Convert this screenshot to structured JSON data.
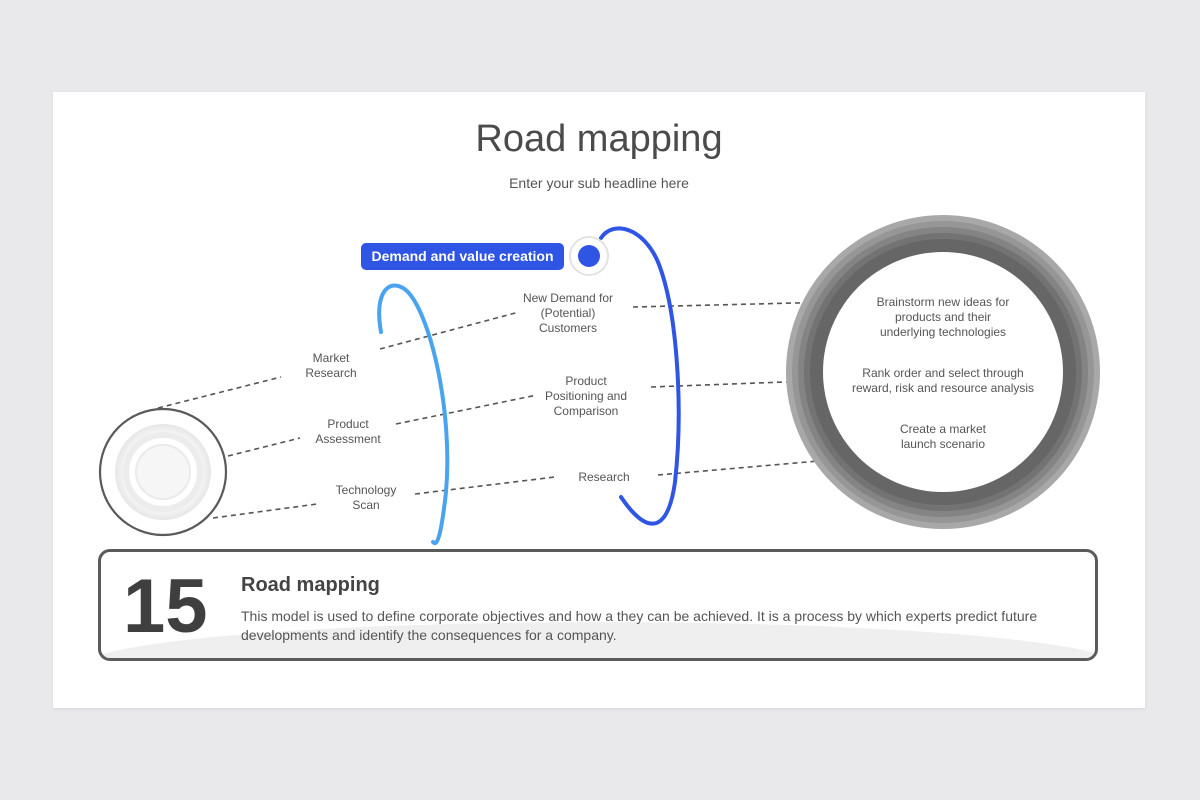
{
  "slide": {
    "title": "Road mapping",
    "subtitle": "Enter your sub headline here"
  },
  "badge": {
    "label": "Demand and value creation",
    "color": "#2e55e4"
  },
  "left_labels": {
    "market_research": "Market\nResearch",
    "product_assessment": "Product\nAssessment",
    "technology_scan": "Technology\nScan"
  },
  "middle_labels": {
    "new_demand": "New Demand for\n(Potential)\nCustomers",
    "product_positioning": "Product\nPositioning and\nComparison",
    "research": "Research"
  },
  "right_labels": {
    "brainstorm": "Brainstorm new ideas for\nproducts and their\nunderlying technologies",
    "rank_order": "Rank order and select through\nreward, risk and resource analysis",
    "market_launch": "Create a market\nlaunch scenario"
  },
  "info": {
    "number": "15",
    "title": "Road mapping",
    "description": "This model is used to define corporate objectives and how a they can be achieved. It is a process by which experts predict future developments and identify the consequences for a company."
  },
  "colors": {
    "light_blue_arc": "#4aa3ef",
    "dark_blue_arc": "#2e55e4",
    "gray_ring": "#6b6b6b",
    "dashed_line": "#555555"
  }
}
